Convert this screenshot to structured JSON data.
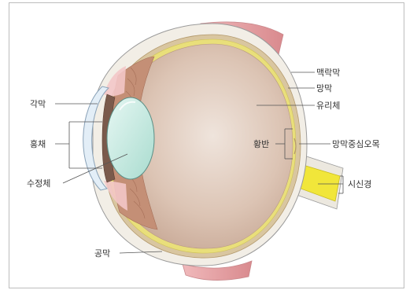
{
  "labels": {
    "cornea": "각막",
    "iris": "홍채",
    "lens": "수정체",
    "sclera": "공막",
    "choroid": "맥락막",
    "retina": "망막",
    "vitreous": "유리체",
    "macula": "황반",
    "fovea": "망막중심오목",
    "optic_nerve": "시신경"
  },
  "colors": {
    "vitreous": "#d3b8a6",
    "sclera": "#f2eee6",
    "muscle": "#e2a0a3",
    "optic_nerve": "#f1e63a",
    "lens": "#c7ece5",
    "iris": "#7a5a4c"
  }
}
